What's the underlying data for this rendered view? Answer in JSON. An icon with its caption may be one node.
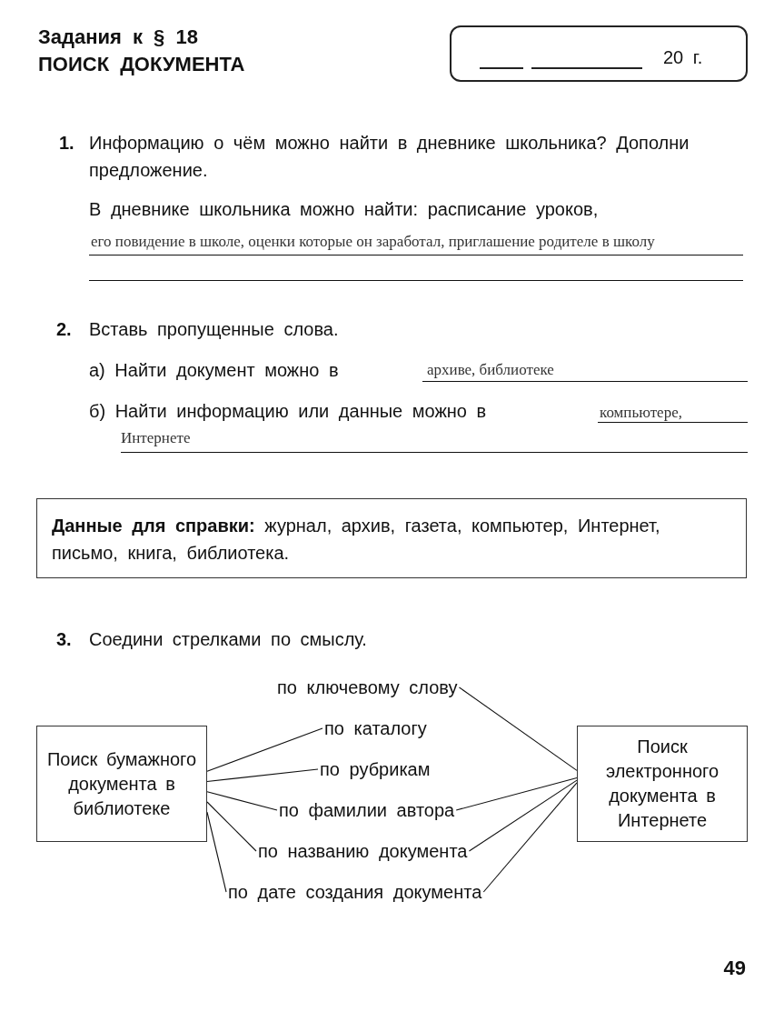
{
  "diagram": {
    "title": "Задания к § 18",
    "nodes": [
      {
        "text": [
          "Поиск бумажного документа в библиотеке"
        ]
      },
      {
        "text": [
          "Поиск электронного документа в Интернете"
        ]
      },
      {
        "text": [
          "по ключевому слову"
        ]
      },
      {
        "text": [
          "по каталогу"
        ]
      },
      {
        "text": [
          "по рубрикам"
        ]
      },
      {
        "text": [
          "по фамилии автора"
        ]
      },
      {
        "text": [
          "по названию документа"
        ]
      },
      {
        "text": [
          "по дате создания документа"
        ]
      }
    ],
    "edges": [
      {
        "from": 0,
        "to": 3,
        "arrow": "none"
      },
      {
        "from": 0,
        "to": 4,
        "arrow": "none"
      },
      {
        "from": 0,
        "to": 5,
        "arrow": "none"
      },
      {
        "from": 0,
        "to": 6,
        "arrow": "none"
      },
      {
        "from": 0,
        "to": 7,
        "arrow": "none"
      },
      {
        "from": 1,
        "to": 2,
        "arrow": "none"
      },
      {
        "from": 1,
        "to": 5,
        "arrow": "none"
      },
      {
        "from": 1,
        "to": 6,
        "arrow": "none"
      },
      {
        "from": 1,
        "to": 7,
        "arrow": "none"
      }
    ],
    "labels": [
      "ПОИСК ДОКУМЕНТА",
      "20 г.",
      "1.",
      "Информацию о чём можно найти в дневнике школьника? Дополни предложение.",
      "В дневнике школьника можно найти: расписание уроков,",
      "его повидение в школе, оценки которые он заработал, приглашение родителе в школу",
      "2.",
      "Вставь пропущенные слова.",
      "а) Найти документ можно в",
      "архиве, библиотеке",
      "б) Найти информацию или данные можно в",
      "компьютере, Интернете",
      "**Данные для справки:** журнал, архив, газета, компьютер, Интернет, письмо, книга, библиотека.",
      "3.",
      "Соедини стрелками по смыслу.",
      "49"
    ]
  }
}
